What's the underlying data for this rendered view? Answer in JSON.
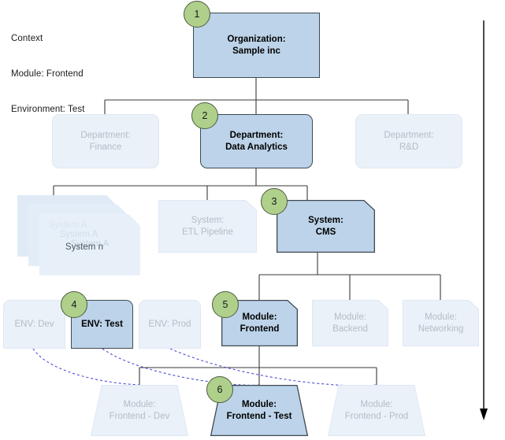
{
  "context": {
    "title": "Context",
    "lines": [
      "Context",
      "Module: Frontend",
      "Environment: Test"
    ],
    "module_line": "Module: Frontend",
    "environment_line": "Environment: Test"
  },
  "colors": {
    "active_fill": "#bcd3e9",
    "active_border": "#3f4a52",
    "dim_fill": "#eaf1f9",
    "dim_border": "#dfe8f3",
    "dim_text": "#b6bcc4",
    "active_text": "#000000",
    "badge_fill": "#afd08b",
    "badge_border": "#4f5b3f",
    "connector": "#3a3a3a",
    "dashed_connector": "#4040d0",
    "arrow": "#000000"
  },
  "levels": {
    "organization": {
      "label": "Organization:\nSample inc",
      "name_prefix": "Organization:",
      "value": "Sample inc"
    },
    "departments": [
      {
        "label": "Department:\nFinance",
        "value": "Finance",
        "state": "dim"
      },
      {
        "label": "Department:\nData Analytics",
        "value": "Data Analytics",
        "state": "active"
      },
      {
        "label": "Department:\nR&D",
        "value": "R&D",
        "state": "dim"
      }
    ],
    "systems_stack": [
      {
        "label": "System A",
        "state": "dim"
      },
      {
        "label": "System A",
        "state": "dim"
      },
      {
        "label": "System A",
        "state": "dim"
      },
      {
        "label": "System n",
        "state": "stack-last"
      }
    ],
    "systems": [
      {
        "label": "System:\nETL Pipeline",
        "value": "ETL Pipeline",
        "state": "dim"
      },
      {
        "label": "System:\nCMS",
        "value": "CMS",
        "state": "active"
      }
    ],
    "environments": [
      {
        "label": "ENV: Dev",
        "value": "Dev",
        "state": "dim"
      },
      {
        "label": "ENV: Test",
        "value": "Test",
        "state": "active"
      },
      {
        "label": "ENV: Prod",
        "value": "Prod",
        "state": "dim"
      }
    ],
    "modules": [
      {
        "label": "Module:\nFrontend",
        "value": "Frontend",
        "state": "active"
      },
      {
        "label": "Module:\nBackend",
        "value": "Backend",
        "state": "dim"
      },
      {
        "label": "Module:\nNetworking",
        "value": "Networking",
        "state": "dim"
      }
    ],
    "module_instances": [
      {
        "label": "Module:\nFrontend - Dev",
        "value": "Frontend - Dev",
        "state": "dim"
      },
      {
        "label": "Module:\nFrontend - Test",
        "value": "Frontend - Test",
        "state": "active"
      },
      {
        "label": "Module:\nFrontend - Prod",
        "value": "Frontend - Prod",
        "state": "dim"
      }
    ]
  },
  "badges": [
    {
      "number": "1",
      "target": "organization"
    },
    {
      "number": "2",
      "target": "department-data-analytics"
    },
    {
      "number": "3",
      "target": "system-cms"
    },
    {
      "number": "4",
      "target": "env-test"
    },
    {
      "number": "5",
      "target": "module-frontend"
    },
    {
      "number": "6",
      "target": "module-frontend-test"
    }
  ],
  "flow_arrow": {
    "direction": "down",
    "name": "drill-down-arrow"
  }
}
